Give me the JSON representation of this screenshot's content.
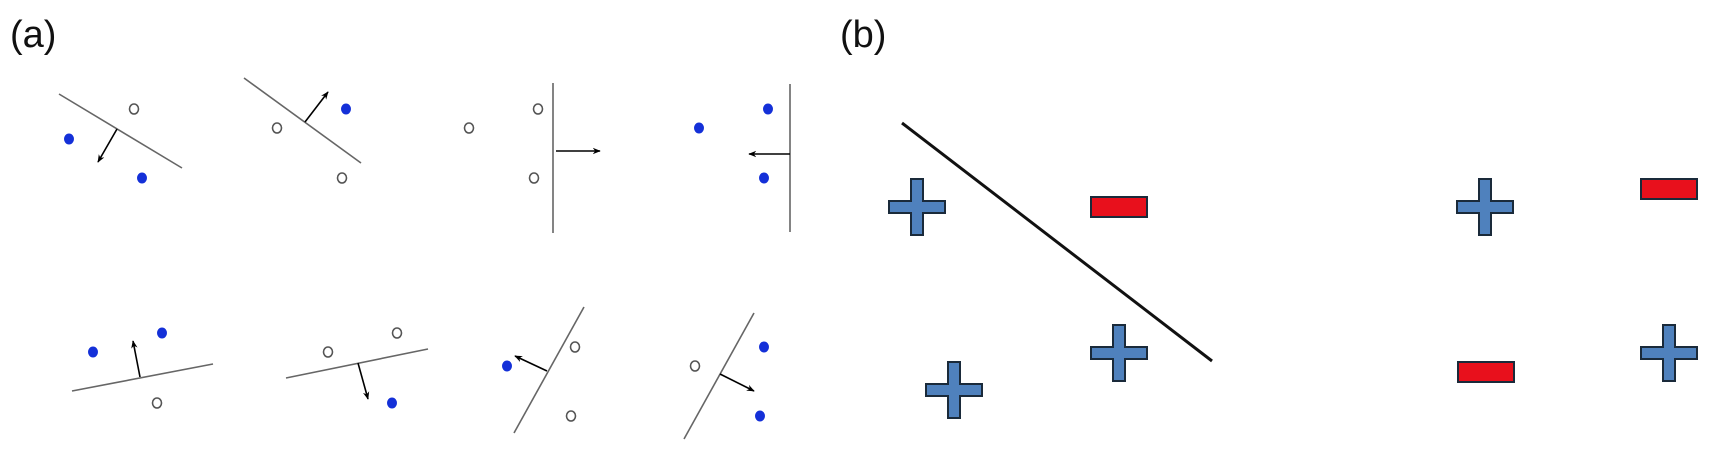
{
  "labels": {
    "a": "(a)",
    "b": "(b)"
  },
  "colors": {
    "positive_dot": "#1430d8",
    "negative_dot_stroke": "#555555",
    "plus_fill": "#4f81bd",
    "minus_fill": "#e8101c",
    "outline": "#1a2a3a",
    "hyperplane_a": "#666666",
    "hyperplane_b": "#111111"
  },
  "panel_a": {
    "classifier_count": 8
  },
  "panel_b": {
    "left_group": {
      "plus_count": 3,
      "minus_count": 1,
      "separable": true
    },
    "right_group": {
      "plus_count": 2,
      "minus_count": 2,
      "separable": false
    }
  }
}
